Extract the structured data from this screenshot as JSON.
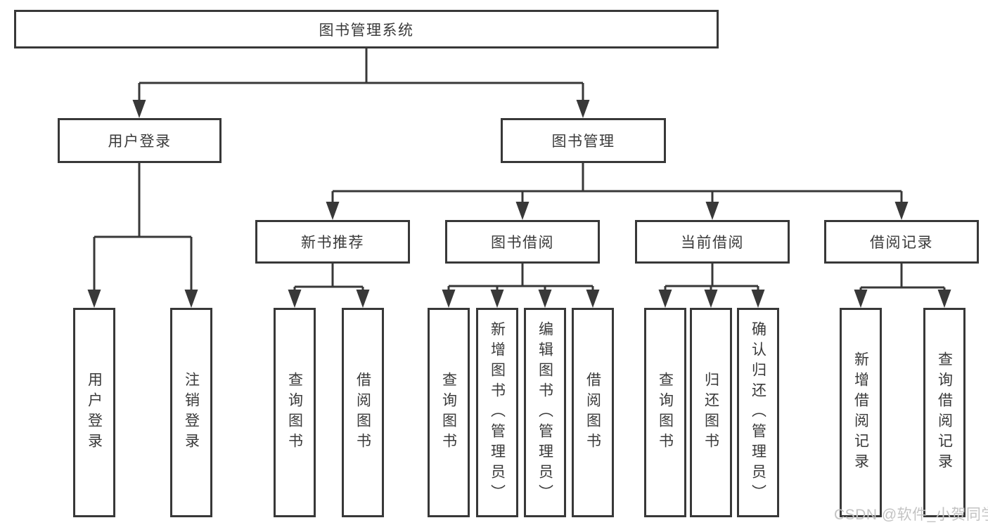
{
  "diagram": {
    "root": {
      "label": "图书管理系统"
    },
    "branches": [
      {
        "label": "用户登录",
        "children": [
          "用户登录",
          "注销登录"
        ]
      },
      {
        "label": "图书管理",
        "sections": [
          {
            "label": "新书推荐",
            "children": [
              "查询图书",
              "借阅图书"
            ]
          },
          {
            "label": "图书借阅",
            "children": [
              "查询图书",
              "新增图书（管理员）",
              "编辑图书（管理员）",
              "借阅图书"
            ]
          },
          {
            "label": "当前借阅",
            "children": [
              "查询图书",
              "归还图书",
              "确认归还（管理员）"
            ]
          },
          {
            "label": "借阅记录",
            "children": [
              "新增借阅记录",
              "查询借阅记录"
            ]
          }
        ]
      }
    ]
  },
  "watermark": {
    "text": "CSDN @软件_小贺同学"
  },
  "colors": {
    "line": "#383838",
    "text": "#3a3a3a",
    "background": "#ffffff",
    "watermark": "#c3c3c3"
  }
}
